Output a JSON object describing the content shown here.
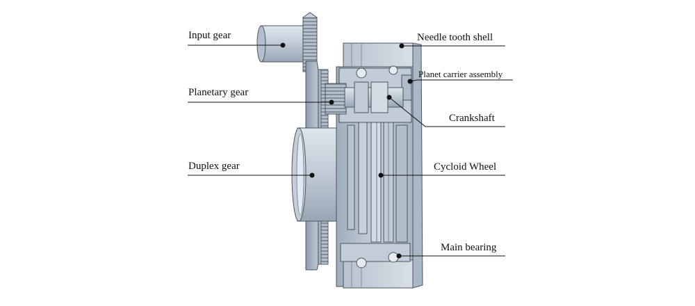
{
  "figure": {
    "labels": {
      "input_gear": "Input gear",
      "planetary_gear": "Planetary gear",
      "duplex_gear": "Duplex gear",
      "needle_tooth_shell": "Needle tooth shell",
      "planet_carrier_assembly": "Planet carrier assembly",
      "crankshaft": "Crankshaft",
      "cycloid_wheel": "Cycloid Wheel",
      "main_bearing": "Main bearing"
    },
    "colors": {
      "metal_light": "#c9d3dd",
      "metal_mid": "#aab7c4",
      "metal_dark": "#7d8b99",
      "edge": "#4b5562",
      "leader": "#111111"
    }
  }
}
